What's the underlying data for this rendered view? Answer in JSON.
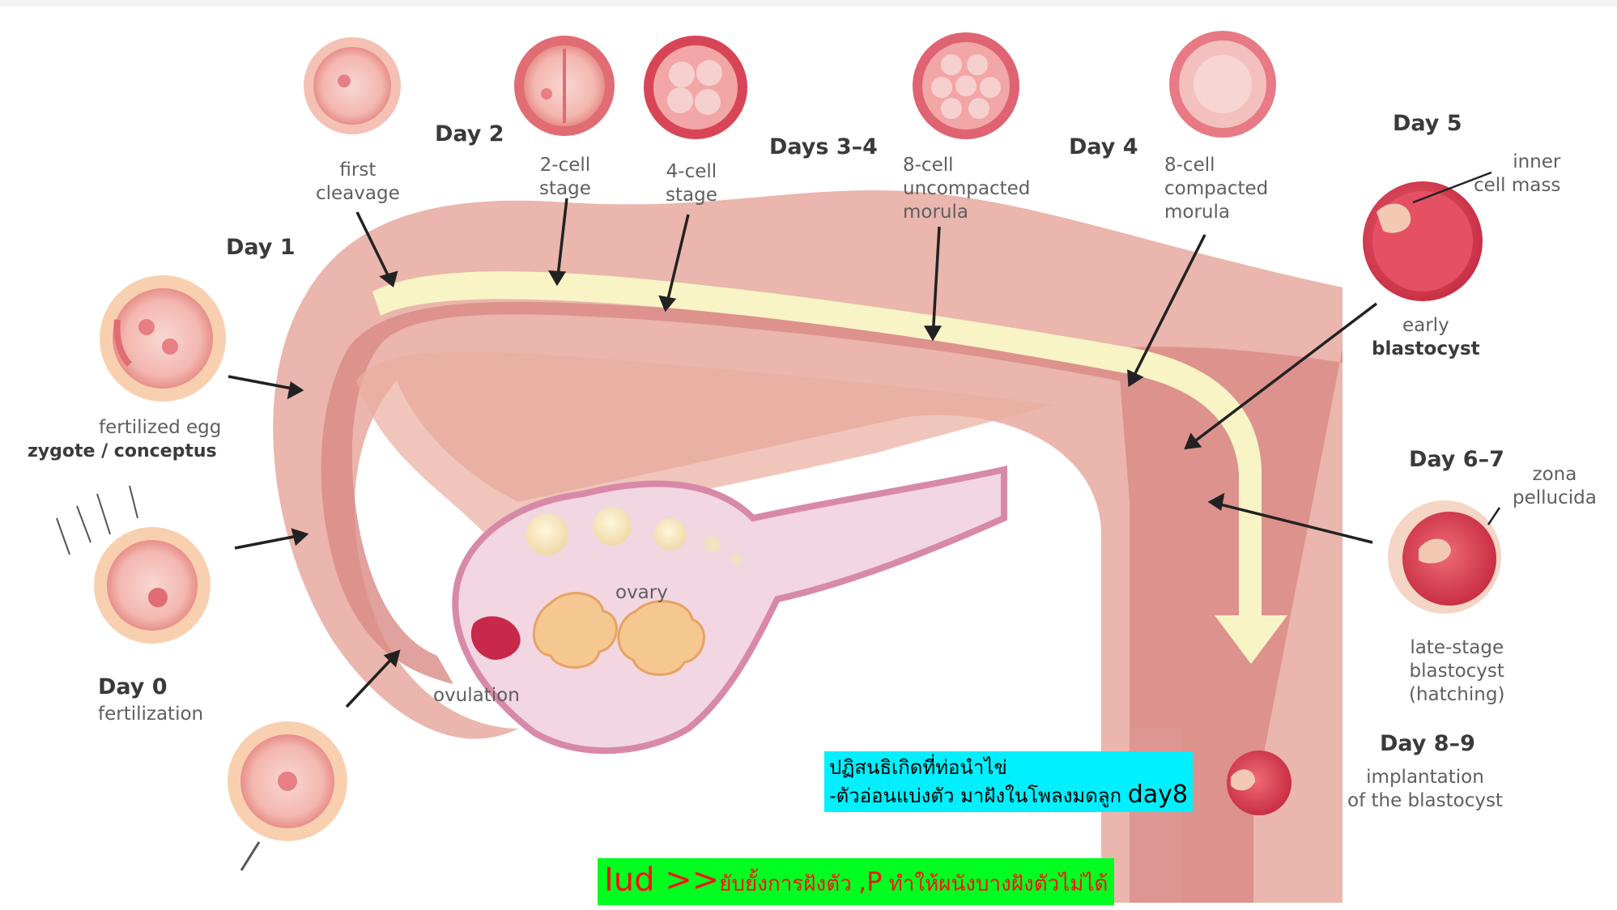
{
  "labels": {
    "first_cleavage": [
      "first",
      "cleavage"
    ],
    "two_cell": [
      "2-cell",
      "stage"
    ],
    "four_cell": [
      "4-cell",
      "stage"
    ],
    "eight_cell_uncompacted": [
      "8-cell",
      "uncompacted",
      "morula"
    ],
    "eight_cell_compacted": [
      "8-cell",
      "compacted",
      "morula"
    ],
    "inner_cell_mass": [
      "inner",
      "cell mass"
    ],
    "early_blastocyst": [
      "early",
      "blastocyst"
    ],
    "zona_pellucida": [
      "zona",
      "pellucida"
    ],
    "late_stage_blastocyst": [
      "late-stage",
      "blastocyst",
      "(hatching)"
    ],
    "implantation": [
      "implantation",
      "of the blastocyst"
    ],
    "fertilized_egg": "fertilized egg",
    "zygote": "zygote / conceptus",
    "fertilization": "fertilization",
    "ovary": "ovary",
    "ovulation": "ovulation"
  },
  "days": {
    "day0": "Day 0",
    "day1": "Day 1",
    "day2": "Day 2",
    "days34": "Days 3–4",
    "day4": "Day 4",
    "day5": "Day 5",
    "day67": "Day 6–7",
    "day89": "Day 8–9"
  },
  "notes": {
    "note1_line1": "ปฏิสนธิเกิดที่ท่อนำไข่",
    "note1_line2": "-ตัวอ่อนแบ่งตัว มาฝังในโพลงมดลูก ",
    "note1_day": "day8",
    "note2_iud": "Iud >>",
    "note2_text1": "ยับยั้งการฝังตัว  ",
    "note2_p": ",P",
    "note2_text2": " ทำให้ผนังบางฝังตัวไม่ได้"
  },
  "colors": {
    "tube_outer": "#eab6ad",
    "tube_mid": "#d98985",
    "tube_inner": "#fde6c2",
    "lumen": "#f6fbd8",
    "cell_red": "#e45a6a",
    "ovary": "#f2d6e2",
    "note1_bg": "#00f0ff",
    "note2_bg": "#00ff20",
    "note2_text": "#ff1010"
  }
}
